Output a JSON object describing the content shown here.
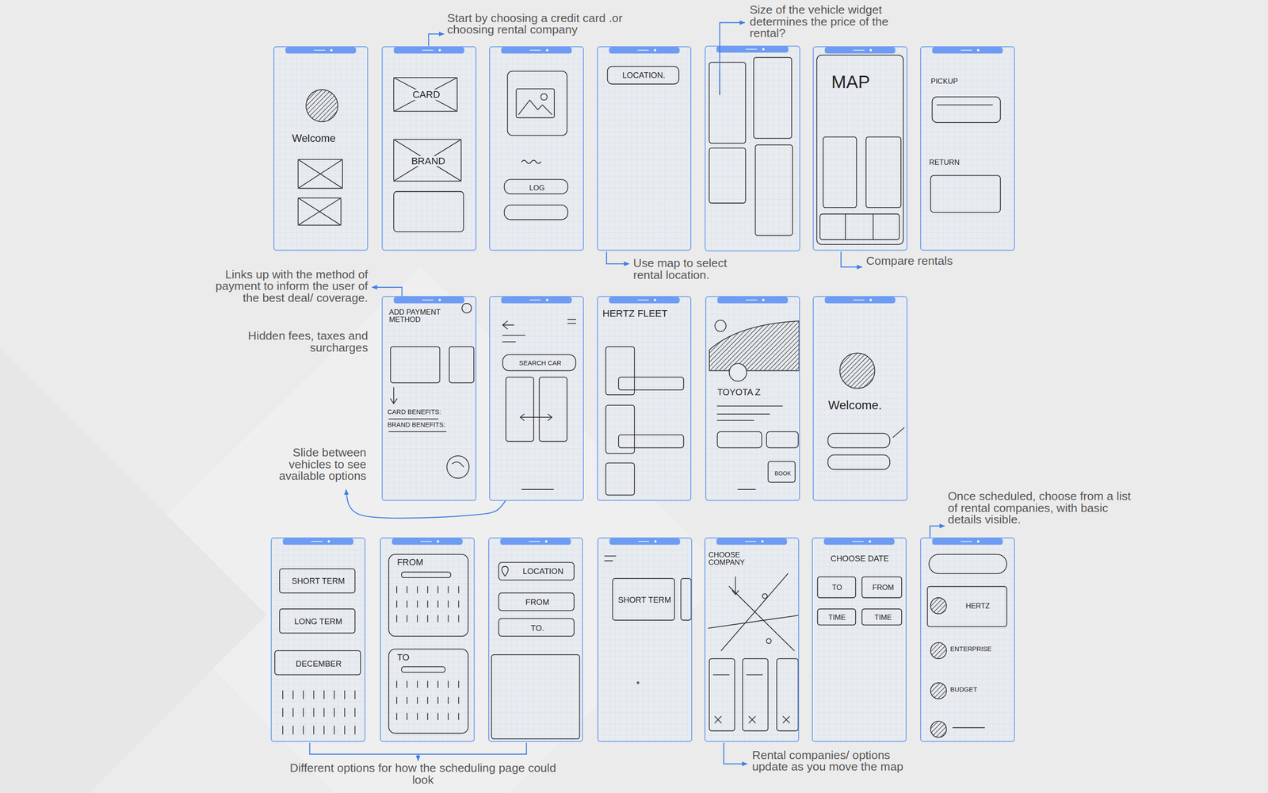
{
  "diagram": {
    "nodes": [
      {
        "text": [
          "Welcome"
        ]
      },
      {
        "text": [
          "CARD",
          "BRAND"
        ]
      },
      {
        "text": [
          "LOG"
        ]
      },
      {
        "text": [
          "LOCATION."
        ]
      },
      {
        "text": [
          "MAP"
        ]
      },
      {
        "text": [
          "PICKUP",
          "RETURN"
        ]
      },
      {
        "text": [
          "ADD PAYMENT METHOD",
          "CARD BENEFITS:",
          "BRAND BENEFITS:"
        ]
      },
      {
        "text": [
          "SEARCH CAR"
        ]
      },
      {
        "text": [
          "HERTZ FLEET"
        ]
      },
      {
        "text": [
          "TOYOTA Z",
          "BOOK"
        ]
      },
      {
        "text": [
          "Welcome."
        ]
      },
      {
        "text": [
          "SHORT TERM",
          "LONG TERM",
          "DECEMBER"
        ]
      },
      {
        "text": [
          "FROM",
          "TO"
        ]
      },
      {
        "text": [
          "LOCATION",
          "FROM",
          "TO."
        ]
      },
      {
        "text": [
          "SHORT TERM"
        ]
      },
      {
        "text": [
          "CHOOSE COMPANY"
        ]
      },
      {
        "text": [
          "CHOOSE DATE",
          "TO",
          "FROM",
          "TIME",
          "TIME"
        ]
      },
      {
        "text": [
          "HERTZ",
          "ENTERPRISE",
          "BUDGET"
        ]
      }
    ],
    "labels": [
      "Start by choosing a credit card .or choosing rental company",
      "Size of the vehicle widget determines the price of the rental?",
      "Use map to select rental location.",
      "Compare rentals",
      "Links up with the method of payment to inform the user of the best deal/ coverage.",
      "Hidden fees, taxes and surcharges",
      "Slide between vehicles to see available options",
      "Once scheduled, choose from a list of rental companies, with basic details visible.",
      "Different options for how the scheduling page could look",
      "Rental companies/ options update as you move the map"
    ]
  }
}
